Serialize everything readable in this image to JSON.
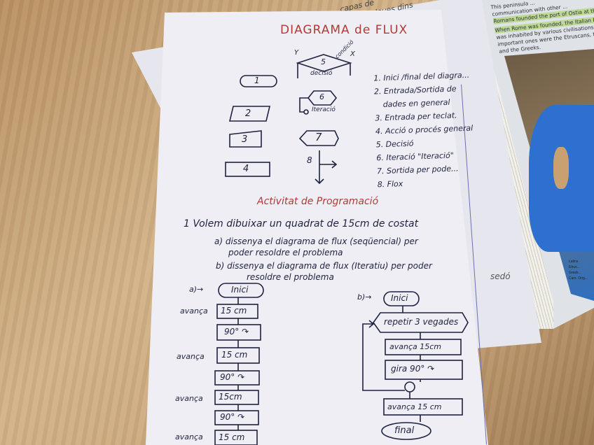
{
  "colors": {
    "ink": "#1f2240",
    "title_red": "#b23a36",
    "wood": "#c8a77c",
    "paper": "#eeeef4"
  },
  "back_paper": {
    "top_text_1": "capas de",
    "top_text_2": "leves dins",
    "side_text": "sedó"
  },
  "textbook": {
    "lines": [
      "This peninsula ...",
      "communication with other ...",
      "Romans founded the port of Ostia at the mo...",
      "When Rome was founded, the Italian Peninsula",
      "was inhabited by various civilisations. The mo...",
      "important ones were the Etruscans, the Lat...",
      "and the Greeks."
    ],
    "map_legend": [
      "Latins",
      "Etrus...",
      "Greek...",
      "Cars. Orig..."
    ]
  },
  "sheet": {
    "title": "DIAGRAMA de FLUX",
    "symbols": {
      "s1": "1",
      "s2": "2",
      "s3": "3",
      "s4": "4",
      "s5": "5",
      "s5_yes": "Y",
      "s5_no": "X",
      "s5_label": "decisió",
      "s5_note": "condició",
      "s6": "6",
      "s6_label": "Iteració",
      "s7": "7",
      "s8": "8"
    },
    "legend": [
      "1. Inici /final del diagra...",
      "2. Entrada/Sortida de",
      "dades en general",
      "3. Entrada per teclat.",
      "4. Acció o procés general",
      "5. Decisió",
      "6. Iteració \"Iteració\"",
      "7. Sortida per pode...",
      "8. Flox"
    ],
    "activity_title": "Activitat de Programació",
    "task": "1 Volem dibuixar un quadrat de 15cm de costat",
    "part_a": [
      "a) dissenya el diagrama de flux (seqüencial) per",
      "poder resoldre el problema"
    ],
    "part_b": [
      "b) dissenya el diagrama de flux (Iteratiu) per poder",
      "resoldre el problema"
    ],
    "flow_a": {
      "label": "a)→",
      "start": "Inici",
      "steps": [
        "15 cm",
        "90° ↷",
        "15 cm",
        "90° ↷",
        "15cm",
        "90° ↷",
        "15 cm"
      ],
      "side_label": "avança"
    },
    "flow_b": {
      "label": "b)→",
      "start": "Inici",
      "loop": "repetir 3 vegades",
      "steps": [
        "avança 15cm",
        "gira 90° ↷"
      ],
      "after": "avança 15 cm",
      "end": "final"
    }
  }
}
